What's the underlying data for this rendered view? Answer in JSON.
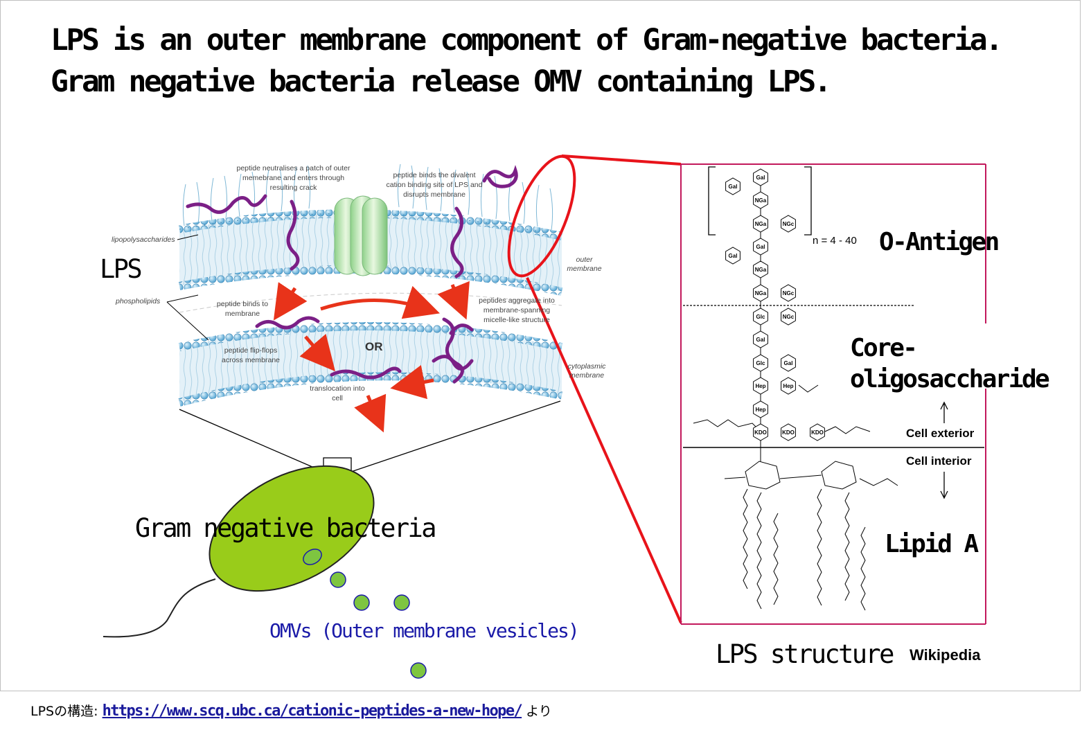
{
  "title": {
    "line1": "LPS is an outer membrane component of Gram-negative bacteria.",
    "line2": "Gram negative bacteria release OMV containing LPS."
  },
  "membrane": {
    "lps_label": "LPS",
    "lipopolysaccharides": "lipopolysaccharides",
    "phospholipids": "phospholipids",
    "outer_membrane": "outer membrane",
    "cytoplasmic_membrane": "cytoplasmic membrane",
    "note_crack": "peptide neutralises a patch of outer memebrane and enters through resulting crack",
    "note_divalent": "peptide binds the divalent cation binding site of LPS and disrupts membrane",
    "note_binds": "peptide binds to membrane",
    "note_aggregate": "peptides aggregate into membrane-spanning micelle-like structure",
    "note_flip": "peptide flip-flops across membrane",
    "note_or": "OR",
    "note_translocation": "translocation into cell"
  },
  "bacteria": {
    "label": "Gram negative bacteria",
    "omv_label": "OMVs (Outer membrane vesicles)"
  },
  "lps_structure": {
    "o_antigen": "O-Antigen",
    "core": "Core-",
    "core2": "oligosaccharide",
    "lipid_a": "Lipid A",
    "repeat": "n = 4 - 40",
    "cell_exterior": "Cell exterior",
    "cell_interior": "Cell interior",
    "caption": "LPS structure",
    "source": "Wikipedia",
    "sugars": [
      "Gal",
      "Gal",
      "NGa",
      "NGa",
      "NGc",
      "Gal",
      "Gal",
      "NGa",
      "NGa",
      "NGc",
      "Glc",
      "NGc",
      "Gal",
      "Glc",
      "Gal",
      "Hep",
      "Hep",
      "Hep",
      "KDO",
      "KDO",
      "KDO"
    ]
  },
  "footer": {
    "prefix": "LPSの構造:",
    "link": "https://www.scq.ubc.ca/cationic-peptides-a-new-hope/",
    "suffix": "より"
  },
  "colors": {
    "highlight": "#e8131a",
    "bacteria": "#99cc1a",
    "omv": "#7ec540",
    "omv_text": "#1a1aa8",
    "peptide": "#7b1f86",
    "head": "#5aa9d6",
    "box": "#c2185b"
  }
}
